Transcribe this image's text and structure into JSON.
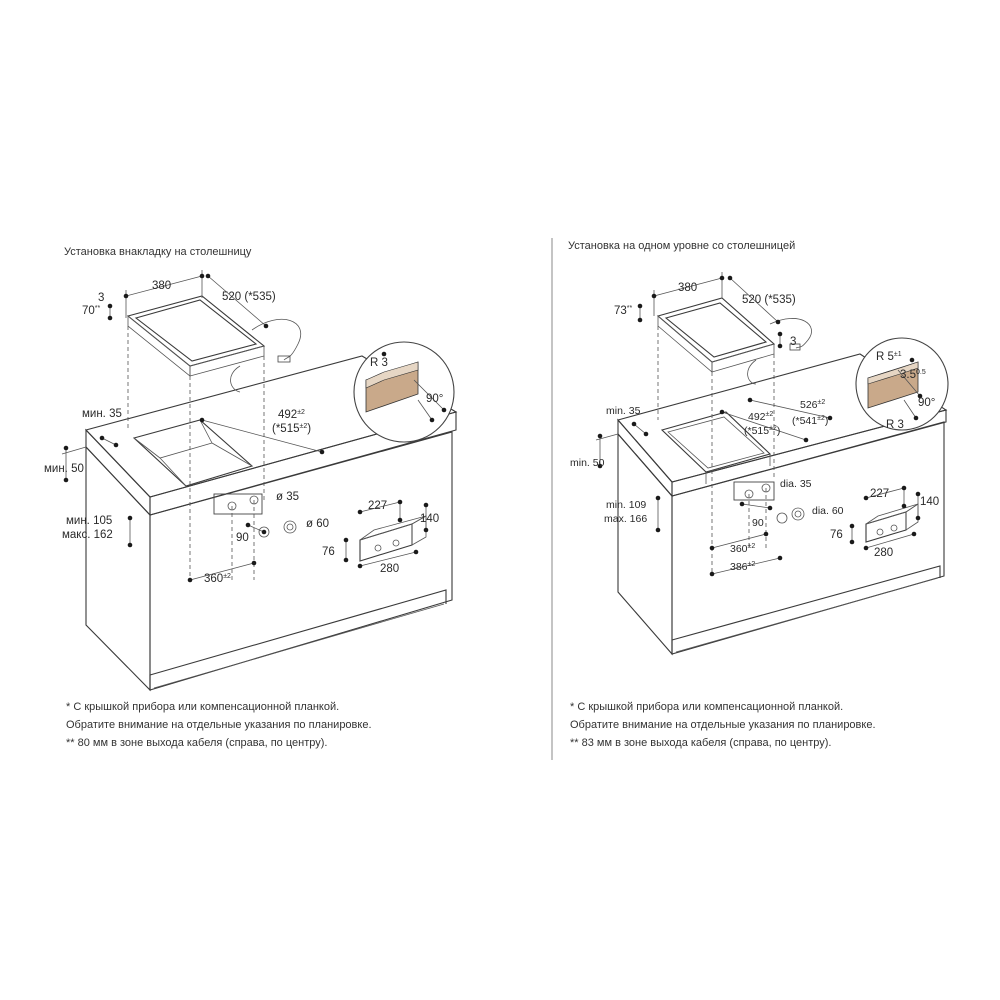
{
  "left": {
    "title": "Установка внакладку на столешницу",
    "dims": {
      "w380": "380",
      "d520": "520 (*535)",
      "d3": "3",
      "h70": "70",
      "h70_sup": "**",
      "min35": "мин. 35",
      "min50": "мин. 50",
      "d492": "492",
      "d492_sup": "±2",
      "d515": "(*515",
      "d515_sup": "±2",
      "d515_end": ")",
      "r3": "R 3",
      "a90": "90°",
      "dia35": "ø 35",
      "dia60": "ø 60",
      "min105": "мин. 105",
      "max162": "макс. 162",
      "d90": "90",
      "d360": "360",
      "d360_sup": "±2",
      "d227": "227",
      "d140": "140",
      "d76": "76",
      "d280": "280"
    },
    "notes": [
      "*   С крышкой прибора или компенсационной планкой.",
      "     Обратите внимание на отдельные указания по планировке.",
      "**  80 мм в зоне выхода кабеля (справа, по центру)."
    ]
  },
  "right": {
    "title": "Установка на одном уровне со столешницей",
    "dims": {
      "w380": "380",
      "d520": "520 (*535)",
      "d3": "3",
      "h73": "73",
      "h73_sup": "**",
      "min35": "min. 35",
      "min50": "min. 50",
      "d492": "492",
      "d492_sup": "±2",
      "d515": "(*515",
      "d515_sup": "±2",
      "d515_end": ")",
      "d526": "526",
      "d526_sup": "±2",
      "d541": "(*541",
      "d541_sup": "±2",
      "d541_end": ")",
      "r5": "R 5",
      "r5_sup": "±1",
      "d35": "3.5",
      "d35_sup": "0.5",
      "a90": "90°",
      "r3": "R 3",
      "dia35": "dia. 35",
      "dia60": "dia. 60",
      "min109": "min. 109",
      "max166": "max. 166",
      "d90": "90",
      "d360": "360",
      "d360_sup": "±2",
      "d386": "386",
      "d386_sup": "±2",
      "d227": "227",
      "d140": "140",
      "d76": "76",
      "d280": "280"
    },
    "notes": [
      "*   С крышкой прибора или компенсационной планкой.",
      "     Обратите внимание на отдельные указания по планировке.",
      "**  83 мм в зоне выхода кабеля (справа, по центру)."
    ]
  }
}
